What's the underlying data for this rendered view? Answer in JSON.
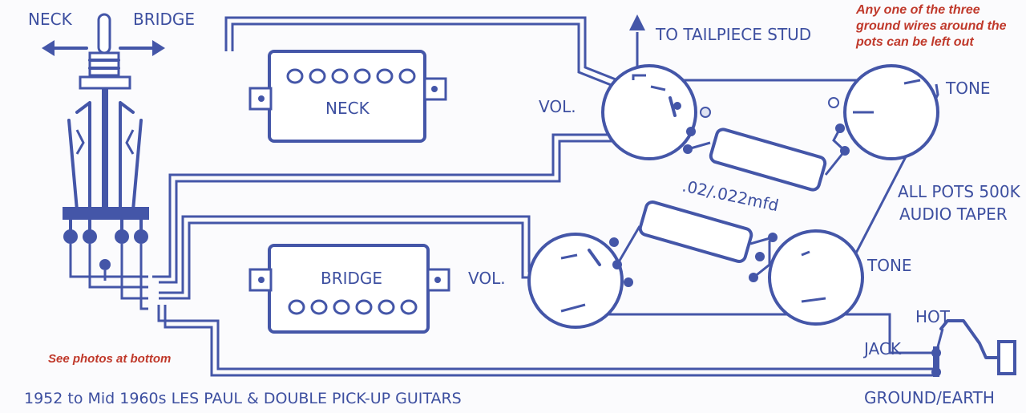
{
  "switch": {
    "neck_label": "NECK",
    "bridge_label": "BRIDGE"
  },
  "pickups": {
    "neck_label": "NECK",
    "bridge_label": "BRIDGE"
  },
  "pots": {
    "neck_volume_label": "VOL.",
    "bridge_volume_label": "VOL.",
    "neck_tone_label": "TONE",
    "bridge_tone_label": "TONE"
  },
  "tailpiece_label": "TO TAILPIECE STUD",
  "capacitor_label": ".02/.022mfd",
  "pots_spec": [
    "ALL POTS 500K",
    "AUDIO TAPER"
  ],
  "ground_note": [
    "Any one of the three",
    "ground wires around the",
    "pots can be left out"
  ],
  "jack": {
    "hot_label": "HOT",
    "jack_label": "JACK",
    "ground_label": "GROUND/EARTH"
  },
  "photos_note": "See photos at bottom",
  "caption": "1952 to Mid 1960s LES PAUL & DOUBLE PICK-UP GUITARS",
  "colors": {
    "ink": "#4456a8",
    "note": "#c0392b"
  }
}
